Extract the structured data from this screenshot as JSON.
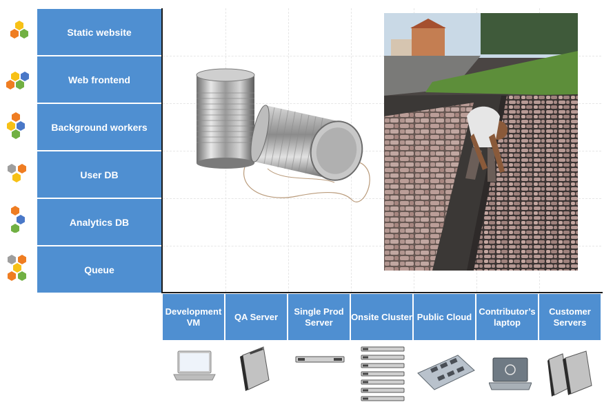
{
  "rows": [
    {
      "label": "Static website"
    },
    {
      "label": "Web frontend"
    },
    {
      "label": "Background workers"
    },
    {
      "label": "User DB"
    },
    {
      "label": "Analytics  DB"
    },
    {
      "label": "Queue"
    }
  ],
  "columns": [
    {
      "label": "Development VM"
    },
    {
      "label": "QA  Server"
    },
    {
      "label": "Single Prod Server"
    },
    {
      "label": "Onsite Cluster"
    },
    {
      "label": "Public Cloud"
    },
    {
      "label": "Contributor’s laptop"
    },
    {
      "label": "Customer Servers"
    }
  ],
  "colors": {
    "label_bg": "#4f8fd1",
    "hex_orange": "#ef7d22",
    "hex_yellow": "#f7c116",
    "hex_green": "#71b043",
    "hex_blue": "#4a78c8",
    "hex_gray": "#9e9e9e"
  },
  "images": {
    "tin_can_phone": "tin-can-telephone-photo",
    "paving_worker": "cobblestone-paving-worker-photo",
    "laptop_dev": "silver-laptop",
    "blade_server": "blade-server",
    "rack_server": "1u-rack-server",
    "cluster": "stack-of-rack-servers",
    "cloud_board": "server-motherboard",
    "contributor_laptop": "dell-laptop",
    "customer_servers": "pair-of-blade-servers"
  }
}
